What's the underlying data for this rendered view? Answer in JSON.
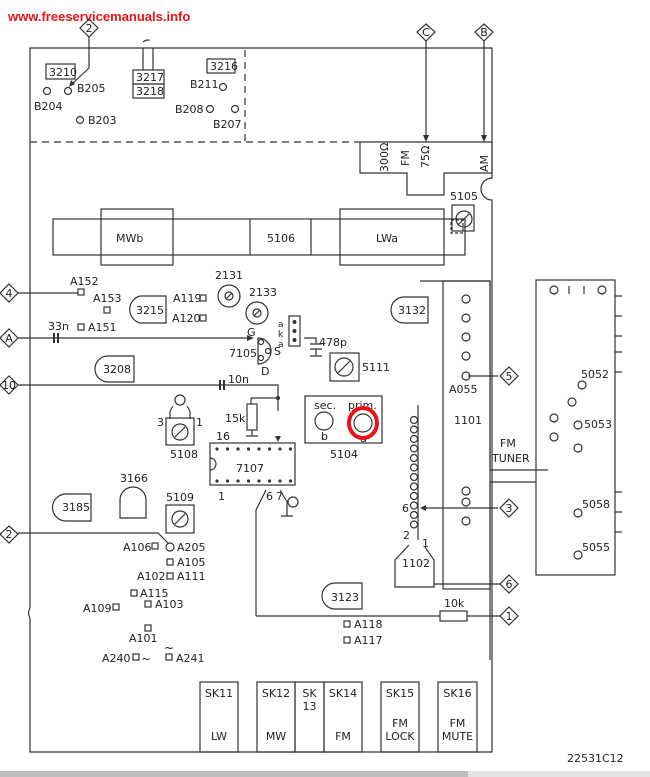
{
  "watermark": "www.freeservicemanuals.info",
  "document_id": "22531C12",
  "connectors": {
    "c2_top": "2",
    "c_C": "C",
    "c_B": "B",
    "c4": "4",
    "cA": "A",
    "c10": "10",
    "c5": "5",
    "c3": "3",
    "c2_left": "2",
    "c6": "6",
    "c1": "1"
  },
  "top_section": {
    "r3210": "3210",
    "r3217": "3217",
    "r3218": "3218",
    "r3216": "3216",
    "b205": "B205",
    "b204": "B204",
    "b203": "B203",
    "b211": "B211",
    "b208": "B208",
    "b207": "B207"
  },
  "antenna": {
    "ohm300": "300Ω",
    "fm": "FM",
    "ohm75": "75Ω",
    "am": "AM"
  },
  "coil_bar": {
    "mwb": "MWb",
    "c5106": "5106",
    "lwa": "LWa",
    "c5105": "5105"
  },
  "mid": {
    "a152": "A152",
    "a153": "A153",
    "a151": "A151",
    "cap33n": "33n",
    "r3215": "3215",
    "a119": "A119",
    "a120": "A120",
    "c2131": "2131",
    "c2133": "2133",
    "t7105": "7105",
    "pin_g": "G",
    "pin_s": "S",
    "pin_d": "D",
    "jumper_a1": "a",
    "jumper_k": "k",
    "jumper_a2": "a",
    "cap478p": "478p",
    "c5111": "5111",
    "r3132": "3132",
    "r3208": "3208",
    "cap10n": "10n",
    "r15k": "15k",
    "c5108": "5108",
    "pin3": "3",
    "pin1": "1",
    "ic7107": "7107",
    "ic_pin16": "16",
    "ic_pin1": "1",
    "ic_pin6": "6",
    "ic_pin7": "7",
    "sec": "sec.",
    "prim": "prim.",
    "sec_b": "b",
    "prim_a": "a",
    "c5104": "5104"
  },
  "fm_tuner": {
    "a055": "A055",
    "m1101": "1101",
    "label_fm": "FM",
    "label_tuner": "TUNER",
    "c5052": "5052",
    "c5053": "5053",
    "c5058": "5058",
    "c5055": "5055",
    "coil_pin6": "6",
    "coil_pin2": "2",
    "coil_pin1": "1",
    "c1102": "1102"
  },
  "lower": {
    "r3166": "3166",
    "r3185": "3185",
    "c5109": "5109",
    "a106": "A106",
    "a205": "A205",
    "a105": "A105",
    "a102": "A102",
    "a111": "A111",
    "a115": "A115",
    "a103": "A103",
    "a109": "A109",
    "a101": "A101",
    "a240": "A240",
    "a241": "A241",
    "r3123": "3123",
    "r10k": "10k",
    "a118": "A118",
    "a117": "A117"
  },
  "switches": [
    {
      "id": "SK11",
      "label": "LW"
    },
    {
      "id": "SK12",
      "label": "MW"
    },
    {
      "id": "SK",
      "id2": "13",
      "label": ""
    },
    {
      "id": "SK14",
      "label": "FM"
    },
    {
      "id": "SK15",
      "label": "FM",
      "label2": "LOCK"
    },
    {
      "id": "SK16",
      "label": "FM",
      "label2": "MUTE"
    }
  ],
  "highlight_color": "#e8141a"
}
